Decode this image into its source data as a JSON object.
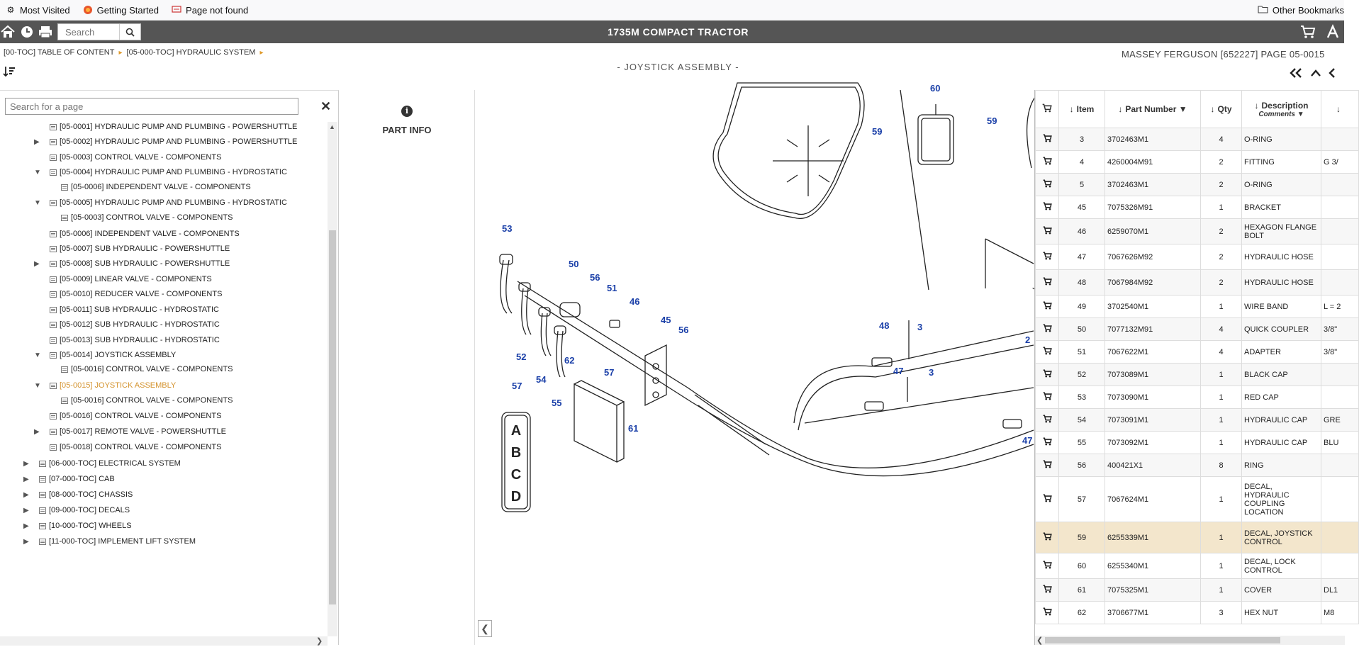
{
  "bookmarks": {
    "items": [
      {
        "label": "Most Visited",
        "icon": "gear-icon"
      },
      {
        "label": "Getting Started",
        "icon": "firefox-icon"
      },
      {
        "label": "Page not found",
        "icon": "page-icon"
      }
    ],
    "other": "Other Bookmarks"
  },
  "topbar": {
    "search_placeholder": "Search",
    "title": "1735M COMPACT TRACTOR"
  },
  "breadcrumb": {
    "items": [
      "[00-TOC] TABLE OF CONTENT",
      "[05-000-TOC] HYDRAULIC SYSTEM"
    ]
  },
  "brand": "MASSEY FERGUSON [652227]   PAGE 05-0015",
  "page_heading": "- JOYSTICK ASSEMBLY -",
  "toc": {
    "search_placeholder": "Search for a page",
    "rows": [
      "[05-0001] HYDRAULIC PUMP AND PLUMBING - POWERSHUTTLE",
      "[05-0002] HYDRAULIC PUMP AND PLUMBING - POWERSHUTTLE",
      "[05-0003] CONTROL VALVE - COMPONENTS",
      "[05-0004] HYDRAULIC PUMP AND PLUMBING - HYDROSTATIC",
      "[05-0006] INDEPENDENT VALVE - COMPONENTS",
      "[05-0005] HYDRAULIC PUMP AND PLUMBING - HYDROSTATIC",
      "[05-0003] CONTROL VALVE - COMPONENTS",
      "[05-0006] INDEPENDENT VALVE - COMPONENTS",
      "[05-0007] SUB HYDRAULIC - POWERSHUTTLE",
      "[05-0008] SUB HYDRAULIC - POWERSHUTTLE",
      "[05-0009] LINEAR VALVE - COMPONENTS",
      "[05-0010] REDUCER VALVE - COMPONENTS",
      "[05-0011] SUB HYDRAULIC - HYDROSTATIC",
      "[05-0012] SUB HYDRAULIC - HYDROSTATIC",
      "[05-0013] SUB HYDRAULIC - HYDROSTATIC",
      "[05-0014] JOYSTICK ASSEMBLY",
      "[05-0016] CONTROL VALVE - COMPONENTS",
      "[05-0015] JOYSTICK ASSEMBLY",
      "[05-0016] CONTROL VALVE - COMPONENTS",
      "[05-0016] CONTROL VALVE - COMPONENTS",
      "[05-0017] REMOTE VALVE - POWERSHUTTLE",
      "[05-0018] CONTROL VALVE - COMPONENTS",
      "[06-000-TOC] ELECTRICAL SYSTEM",
      "[07-000-TOC] CAB",
      "[08-000-TOC] CHASSIS",
      "[09-000-TOC] DECALS",
      "[10-000-TOC] WHEELS",
      "[11-000-TOC] IMPLEMENT LIFT SYSTEM"
    ]
  },
  "part_info": {
    "label": "PART INFO"
  },
  "diagram": {
    "callouts": [
      "59",
      "60",
      "59",
      "53",
      "50",
      "56",
      "51",
      "46",
      "45",
      "56",
      "52",
      "54",
      "62",
      "57",
      "55",
      "57",
      "61",
      "48",
      "3",
      "2",
      "47",
      "3",
      "47"
    ],
    "decal_letters": [
      "A",
      "B",
      "C",
      "D"
    ]
  },
  "parts": {
    "headers": {
      "item": "Item",
      "part_number": "Part Number",
      "qty": "Qty",
      "description": "Description",
      "comments": "Comments"
    },
    "rows": [
      {
        "item": "3",
        "part": "3702463M1",
        "qty": "4",
        "desc": "O-RING",
        "extra": ""
      },
      {
        "item": "4",
        "part": "4260004M91",
        "qty": "2",
        "desc": "FITTING",
        "extra": "G 3/"
      },
      {
        "item": "5",
        "part": "3702463M1",
        "qty": "2",
        "desc": "O-RING",
        "extra": ""
      },
      {
        "item": "45",
        "part": "7075326M91",
        "qty": "1",
        "desc": "BRACKET",
        "extra": ""
      },
      {
        "item": "46",
        "part": "6259070M1",
        "qty": "2",
        "desc": "HEXAGON FLANGE BOLT",
        "extra": ""
      },
      {
        "item": "47",
        "part": "7067626M92",
        "qty": "2",
        "desc": "HYDRAULIC HOSE",
        "extra": ""
      },
      {
        "item": "48",
        "part": "7067984M92",
        "qty": "2",
        "desc": "HYDRAULIC HOSE",
        "extra": ""
      },
      {
        "item": "49",
        "part": "3702540M1",
        "qty": "1",
        "desc": "WIRE BAND",
        "extra": "L = 2"
      },
      {
        "item": "50",
        "part": "7077132M91",
        "qty": "4",
        "desc": "QUICK COUPLER",
        "extra": "3/8\""
      },
      {
        "item": "51",
        "part": "7067622M1",
        "qty": "4",
        "desc": "ADAPTER",
        "extra": "3/8\""
      },
      {
        "item": "52",
        "part": "7073089M1",
        "qty": "1",
        "desc": "BLACK CAP",
        "extra": ""
      },
      {
        "item": "53",
        "part": "7073090M1",
        "qty": "1",
        "desc": "RED CAP",
        "extra": ""
      },
      {
        "item": "54",
        "part": "7073091M1",
        "qty": "1",
        "desc": "HYDRAULIC CAP",
        "extra": "GRE"
      },
      {
        "item": "55",
        "part": "7073092M1",
        "qty": "1",
        "desc": "HYDRAULIC CAP",
        "extra": "BLU"
      },
      {
        "item": "56",
        "part": "400421X1",
        "qty": "8",
        "desc": "RING",
        "extra": ""
      },
      {
        "item": "57",
        "part": "7067624M1",
        "qty": "1",
        "desc": "DECAL, HYDRAULIC COUPLING LOCATION",
        "extra": ""
      },
      {
        "item": "59",
        "part": "6255339M1",
        "qty": "1",
        "desc": "DECAL, JOYSTICK CONTROL",
        "extra": ""
      },
      {
        "item": "60",
        "part": "6255340M1",
        "qty": "1",
        "desc": "DECAL, LOCK CONTROL",
        "extra": ""
      },
      {
        "item": "61",
        "part": "7075325M1",
        "qty": "1",
        "desc": "COVER",
        "extra": "DL1"
      },
      {
        "item": "62",
        "part": "3706677M1",
        "qty": "3",
        "desc": "HEX NUT",
        "extra": "M8"
      }
    ]
  }
}
